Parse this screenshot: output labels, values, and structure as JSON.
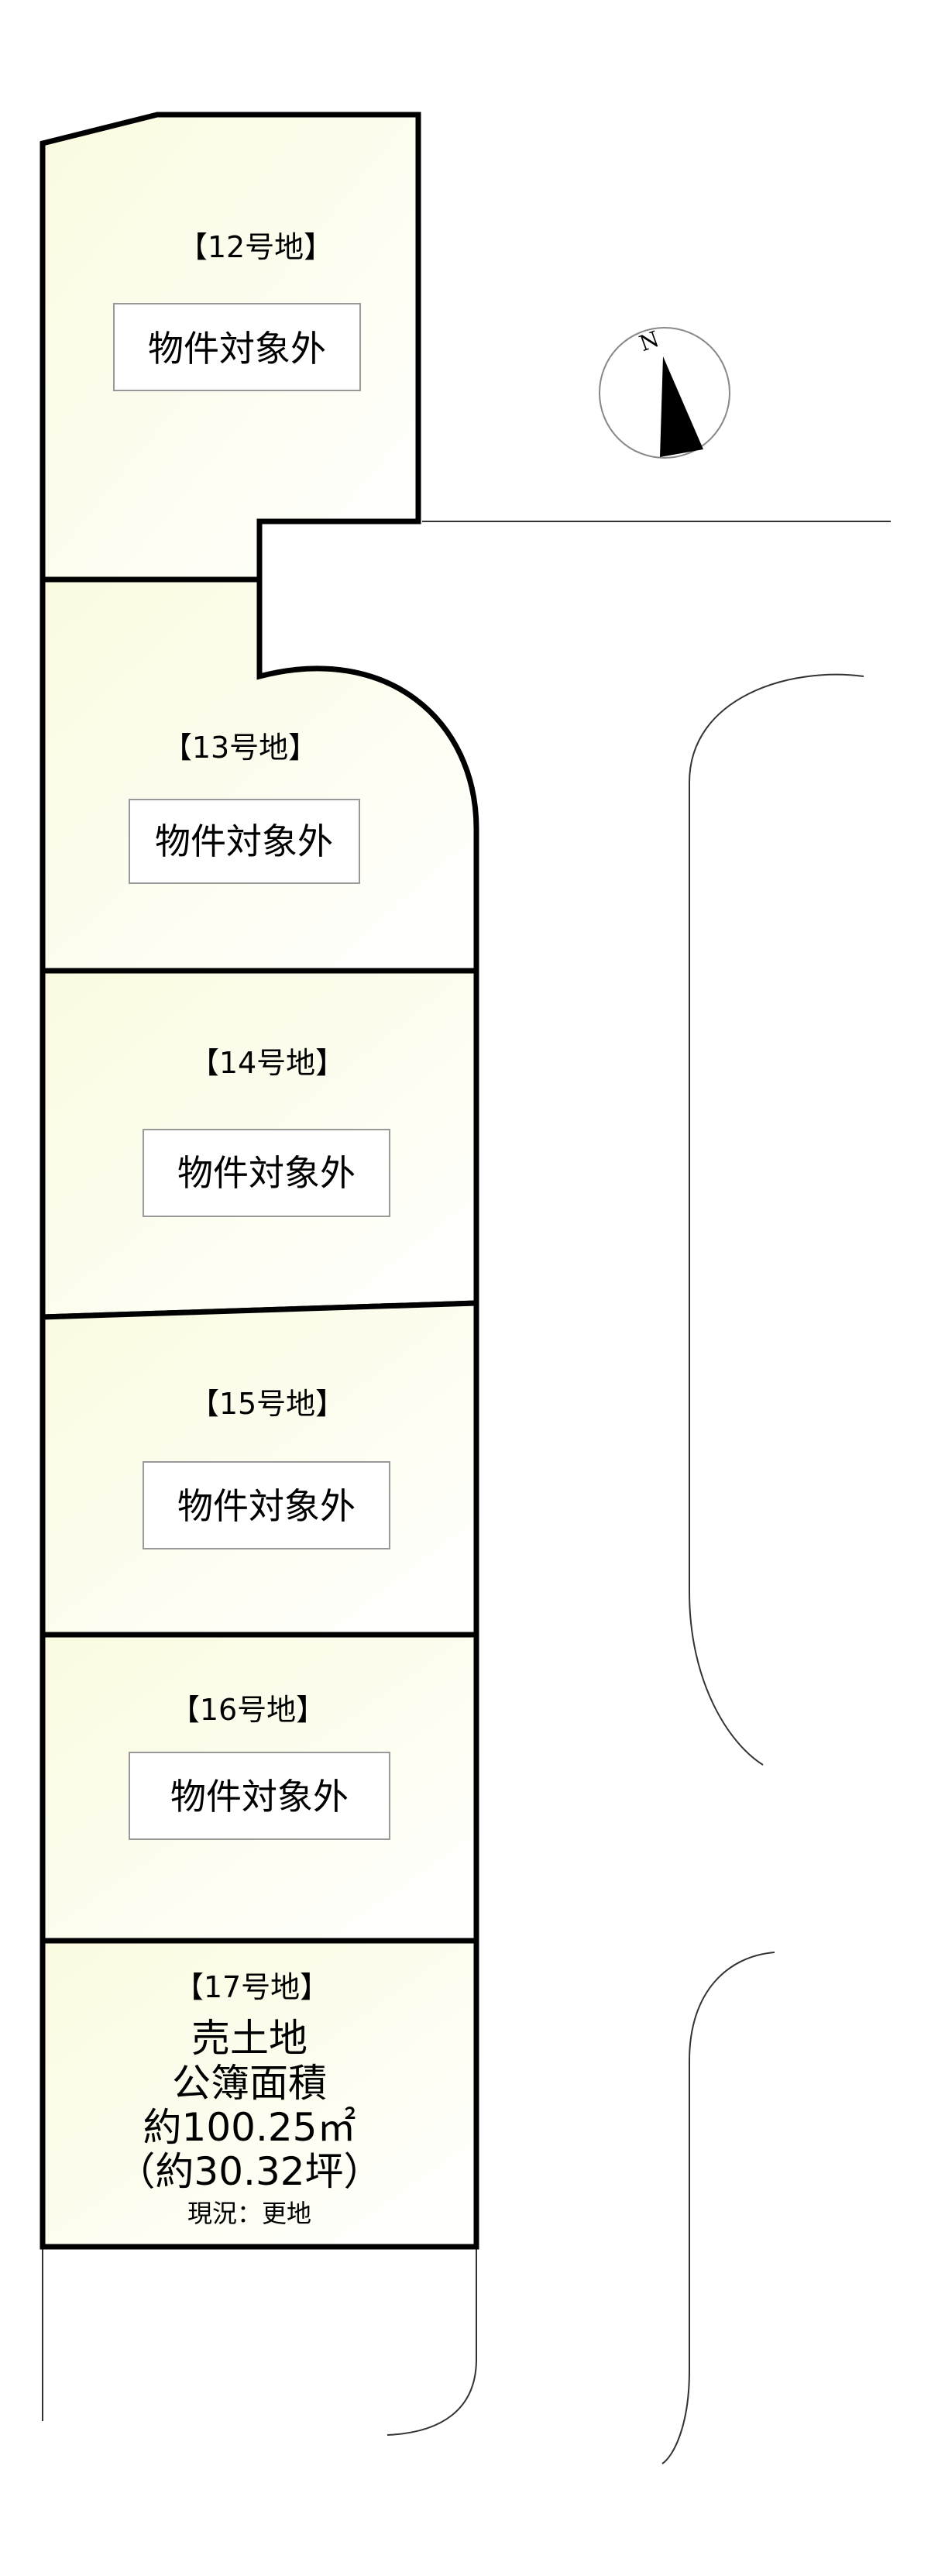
{
  "compass": {
    "label": "N",
    "icon": "north-arrow-icon"
  },
  "lots": [
    {
      "label": "【12号地】",
      "status": "物件対象外"
    },
    {
      "label": "【13号地】",
      "status": "物件対象外"
    },
    {
      "label": "【14号地】",
      "status": "物件対象外"
    },
    {
      "label": "【15号地】",
      "status": "物件対象外"
    },
    {
      "label": "【16号地】",
      "status": "物件対象外"
    }
  ],
  "sale_lot": {
    "label": "【17号地】",
    "line1": "売土地",
    "line2": "公簿面積",
    "line3": "約100.25㎡",
    "line4": "（約30.32坪）",
    "note": "現況：更地"
  },
  "colors": {
    "lot_fill": "#fdfdeb",
    "outline": "#000000",
    "road_line": "#333333",
    "box_border": "#999999"
  }
}
